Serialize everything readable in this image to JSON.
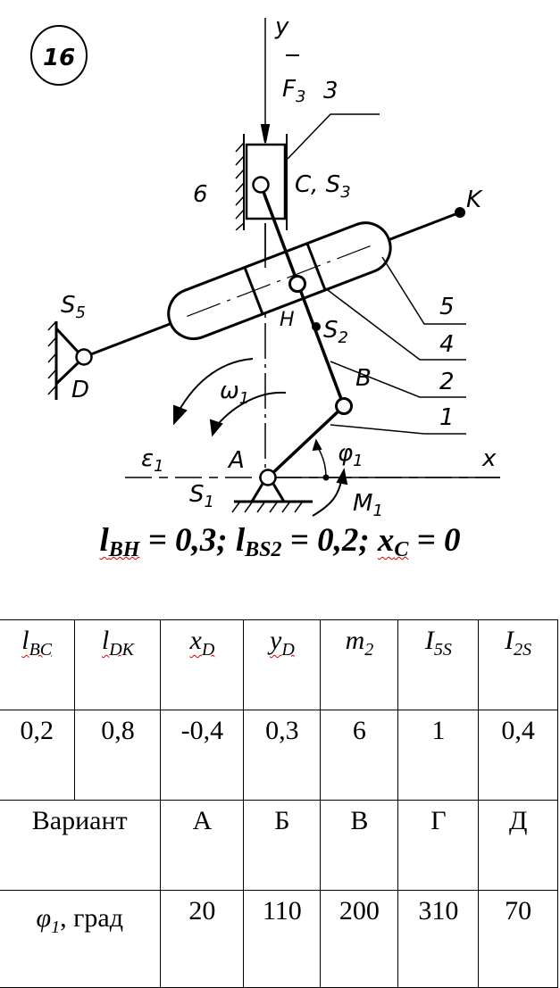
{
  "diagram": {
    "number": "16",
    "labels": {
      "y": "y",
      "F3": "F",
      "F3_sub": "3",
      "link3": "3",
      "C": "C, S",
      "C_sub": "3",
      "ground6": "6",
      "K": "K",
      "S5": "S",
      "S5_sub": "5",
      "D": "D",
      "H": "H",
      "S2": "S",
      "S2_sub": "2",
      "B": "B",
      "A": "A",
      "S1": "S",
      "S1_sub": "1",
      "x": "x",
      "omega1": "ω",
      "omega1_sub": "1",
      "eps1": "ε",
      "eps1_sub": "1",
      "phi1": "φ",
      "phi1_sub": "1",
      "M1": "M",
      "M1_sub": "1",
      "link5": "5",
      "link4": "4",
      "link2": "2",
      "link1": "1"
    }
  },
  "formula": {
    "p1": "l",
    "p1_sub": "BH",
    "p1_val": " = 0,3; ",
    "p2": "l",
    "p2_sub": "BS2",
    "p2_val": " = 0,2; ",
    "p3": "x",
    "p3_sub": "C",
    "p3_val": " = 0"
  },
  "table": {
    "headers": [
      {
        "main": "l",
        "sub": "BC"
      },
      {
        "main": "l",
        "sub": "DK"
      },
      {
        "main": "x",
        "sub": "D"
      },
      {
        "main": "y",
        "sub": "D"
      },
      {
        "main": "m",
        "sub": "2"
      },
      {
        "main": "I",
        "sub": "5S"
      },
      {
        "main": "I",
        "sub": "2S"
      }
    ],
    "values": [
      "0,2",
      "0,8",
      "-0,4",
      "0,3",
      "6",
      "1",
      "0,4"
    ],
    "variant_label": "Вариант",
    "variants": [
      "А",
      "Б",
      "В",
      "Г",
      "Д"
    ],
    "phi_label_main": "φ",
    "phi_label_sub": "1",
    "phi_label_unit": ", град",
    "phi_values": [
      "20",
      "110",
      "200",
      "310",
      "70"
    ]
  }
}
